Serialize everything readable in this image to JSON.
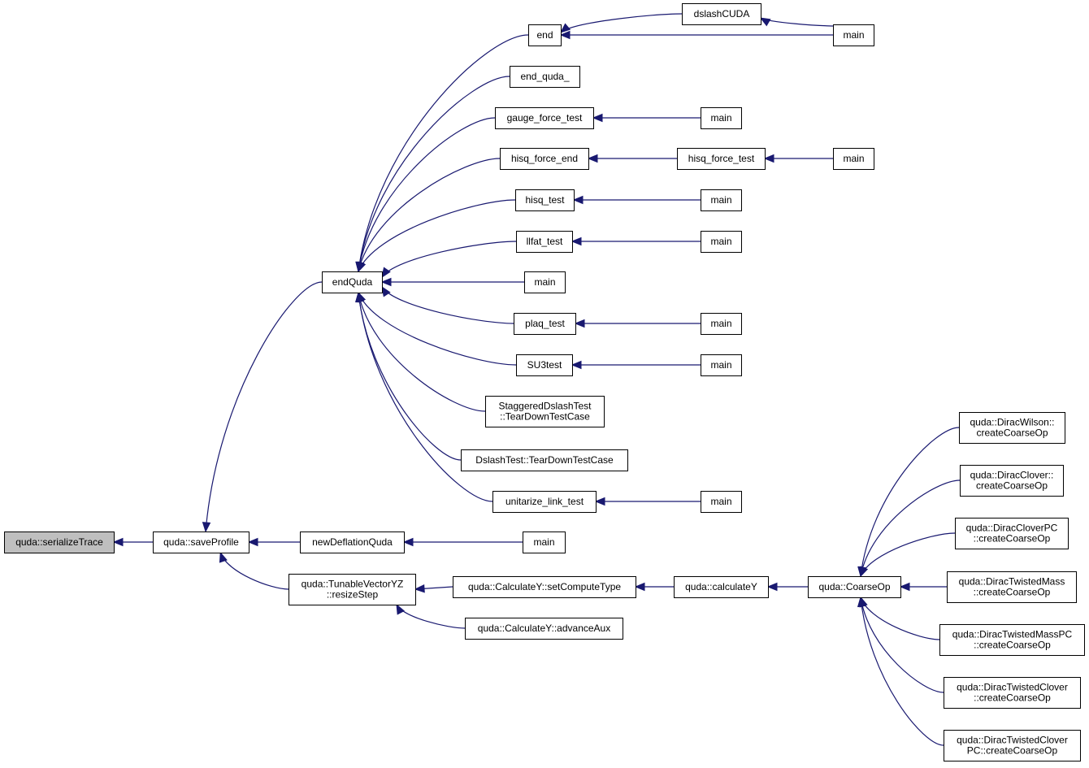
{
  "graph": {
    "edge_color": "#191970",
    "root_fill": "#bfbfbf",
    "nodes": [
      {
        "id": "serializeTrace",
        "lines": [
          "quda::serializeTrace"
        ],
        "root": true
      },
      {
        "id": "saveProfile",
        "lines": [
          "quda::saveProfile"
        ]
      },
      {
        "id": "endQuda",
        "lines": [
          "endQuda"
        ]
      },
      {
        "id": "newDeflationQuda",
        "lines": [
          "newDeflationQuda"
        ]
      },
      {
        "id": "resizeStep",
        "lines": [
          "quda::TunableVectorYZ",
          "::resizeStep"
        ]
      },
      {
        "id": "end",
        "lines": [
          "end"
        ]
      },
      {
        "id": "end_quda_",
        "lines": [
          "end_quda_"
        ]
      },
      {
        "id": "gauge_force_test",
        "lines": [
          "gauge_force_test"
        ]
      },
      {
        "id": "hisq_force_end",
        "lines": [
          "hisq_force_end"
        ]
      },
      {
        "id": "hisq_test",
        "lines": [
          "hisq_test"
        ]
      },
      {
        "id": "llfat_test",
        "lines": [
          "llfat_test"
        ]
      },
      {
        "id": "main_endQuda",
        "lines": [
          "main"
        ]
      },
      {
        "id": "plaq_test",
        "lines": [
          "plaq_test"
        ]
      },
      {
        "id": "SU3test",
        "lines": [
          "SU3test"
        ]
      },
      {
        "id": "StaggeredTearDown",
        "lines": [
          "StaggeredDslashTest",
          "::TearDownTestCase"
        ]
      },
      {
        "id": "DslashTearDown",
        "lines": [
          "DslashTest::TearDownTestCase"
        ]
      },
      {
        "id": "unitarize_link_test",
        "lines": [
          "unitarize_link_test"
        ]
      },
      {
        "id": "main_newDefl",
        "lines": [
          "main"
        ]
      },
      {
        "id": "setComputeType",
        "lines": [
          "quda::CalculateY::setComputeType"
        ]
      },
      {
        "id": "advanceAux",
        "lines": [
          "quda::CalculateY::advanceAux"
        ]
      },
      {
        "id": "dslashCUDA",
        "lines": [
          "dslashCUDA"
        ]
      },
      {
        "id": "main_end",
        "lines": [
          "main"
        ]
      },
      {
        "id": "main_gauge",
        "lines": [
          "main"
        ]
      },
      {
        "id": "hisq_force_test",
        "lines": [
          "hisq_force_test"
        ]
      },
      {
        "id": "main_hisqft",
        "lines": [
          "main"
        ]
      },
      {
        "id": "main_hisq",
        "lines": [
          "main"
        ]
      },
      {
        "id": "main_llfat",
        "lines": [
          "main"
        ]
      },
      {
        "id": "main_plaq",
        "lines": [
          "main"
        ]
      },
      {
        "id": "main_su3",
        "lines": [
          "main"
        ]
      },
      {
        "id": "main_unit",
        "lines": [
          "main"
        ]
      },
      {
        "id": "calculateY",
        "lines": [
          "quda::calculateY"
        ]
      },
      {
        "id": "CoarseOp",
        "lines": [
          "quda::CoarseOp"
        ]
      },
      {
        "id": "DiracWilson",
        "lines": [
          "quda::DiracWilson::",
          "createCoarseOp"
        ]
      },
      {
        "id": "DiracClover",
        "lines": [
          "quda::DiracClover::",
          "createCoarseOp"
        ]
      },
      {
        "id": "DiracCloverPC",
        "lines": [
          "quda::DiracCloverPC",
          "::createCoarseOp"
        ]
      },
      {
        "id": "DiracTwistedMass",
        "lines": [
          "quda::DiracTwistedMass",
          "::createCoarseOp"
        ]
      },
      {
        "id": "DiracTwistedMassPC",
        "lines": [
          "quda::DiracTwistedMassPC",
          "::createCoarseOp"
        ]
      },
      {
        "id": "DiracTwistedClover",
        "lines": [
          "quda::DiracTwistedClover",
          "::createCoarseOp"
        ]
      },
      {
        "id": "DiracTwistedCloverPC",
        "lines": [
          "quda::DiracTwistedClover",
          "PC::createCoarseOp"
        ]
      }
    ],
    "edges": [
      {
        "from": "saveProfile",
        "to": "serializeTrace"
      },
      {
        "from": "endQuda",
        "to": "saveProfile"
      },
      {
        "from": "newDeflationQuda",
        "to": "saveProfile"
      },
      {
        "from": "resizeStep",
        "to": "saveProfile"
      },
      {
        "from": "end",
        "to": "endQuda"
      },
      {
        "from": "end_quda_",
        "to": "endQuda"
      },
      {
        "from": "gauge_force_test",
        "to": "endQuda"
      },
      {
        "from": "hisq_force_end",
        "to": "endQuda"
      },
      {
        "from": "hisq_test",
        "to": "endQuda"
      },
      {
        "from": "llfat_test",
        "to": "endQuda"
      },
      {
        "from": "main_endQuda",
        "to": "endQuda"
      },
      {
        "from": "plaq_test",
        "to": "endQuda"
      },
      {
        "from": "SU3test",
        "to": "endQuda"
      },
      {
        "from": "StaggeredTearDown",
        "to": "endQuda"
      },
      {
        "from": "DslashTearDown",
        "to": "endQuda"
      },
      {
        "from": "unitarize_link_test",
        "to": "endQuda"
      },
      {
        "from": "dslashCUDA",
        "to": "end"
      },
      {
        "from": "main_end",
        "to": "end"
      },
      {
        "from": "main_end",
        "to": "dslashCUDA"
      },
      {
        "from": "main_gauge",
        "to": "gauge_force_test"
      },
      {
        "from": "hisq_force_test",
        "to": "hisq_force_end"
      },
      {
        "from": "main_hisqft",
        "to": "hisq_force_test"
      },
      {
        "from": "main_hisq",
        "to": "hisq_test"
      },
      {
        "from": "main_llfat",
        "to": "llfat_test"
      },
      {
        "from": "main_plaq",
        "to": "plaq_test"
      },
      {
        "from": "main_su3",
        "to": "SU3test"
      },
      {
        "from": "main_unit",
        "to": "unitarize_link_test"
      },
      {
        "from": "main_newDefl",
        "to": "newDeflationQuda"
      },
      {
        "from": "setComputeType",
        "to": "resizeStep"
      },
      {
        "from": "advanceAux",
        "to": "resizeStep"
      },
      {
        "from": "calculateY",
        "to": "setComputeType"
      },
      {
        "from": "CoarseOp",
        "to": "calculateY"
      },
      {
        "from": "DiracWilson",
        "to": "CoarseOp"
      },
      {
        "from": "DiracClover",
        "to": "CoarseOp"
      },
      {
        "from": "DiracCloverPC",
        "to": "CoarseOp"
      },
      {
        "from": "DiracTwistedMass",
        "to": "CoarseOp"
      },
      {
        "from": "DiracTwistedMassPC",
        "to": "CoarseOp"
      },
      {
        "from": "DiracTwistedClover",
        "to": "CoarseOp"
      },
      {
        "from": "DiracTwistedCloverPC",
        "to": "CoarseOp"
      }
    ]
  }
}
